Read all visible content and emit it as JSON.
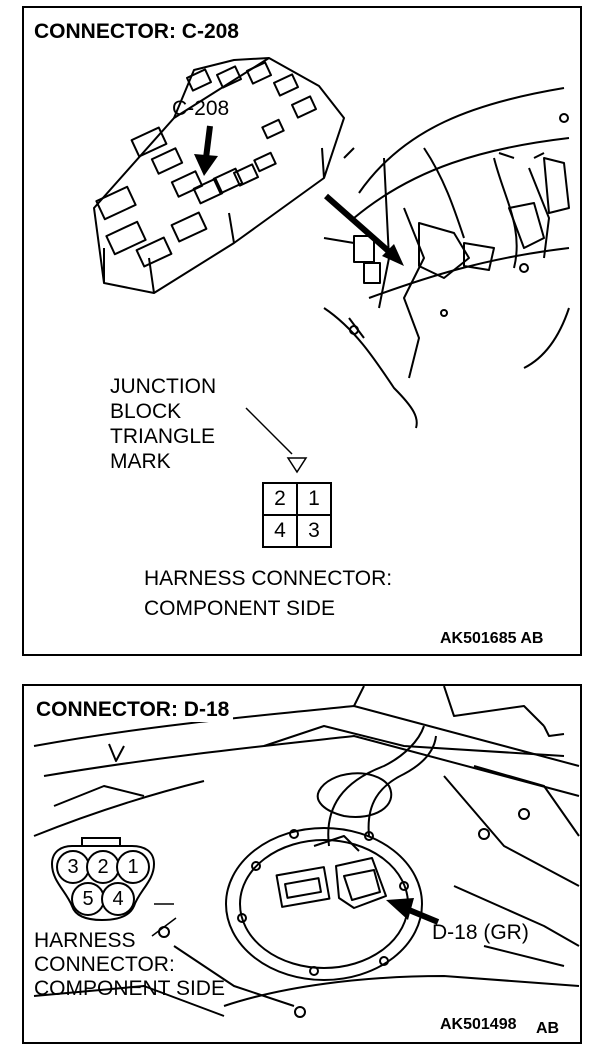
{
  "panel_top": {
    "title": "CONNECTOR: C-208",
    "callout": "C-208",
    "note_lines": [
      "JUNCTION",
      "BLOCK",
      "TRIANGLE",
      "MARK"
    ],
    "terminals": [
      "2",
      "1",
      "4",
      "3"
    ],
    "caption_lines": [
      "HARNESS CONNECTOR:",
      "COMPONENT SIDE"
    ],
    "code": "AK501685 AB"
  },
  "panel_bottom": {
    "title": "CONNECTOR: D-18",
    "callout": "D-18 (GR)",
    "pins": [
      "3",
      "2",
      "1",
      "5",
      "4"
    ],
    "caption_lines": [
      "HARNESS",
      "CONNECTOR:",
      "COMPONENT SIDE"
    ],
    "code_prefix": "AK501498",
    "code_suffix": "AB"
  }
}
